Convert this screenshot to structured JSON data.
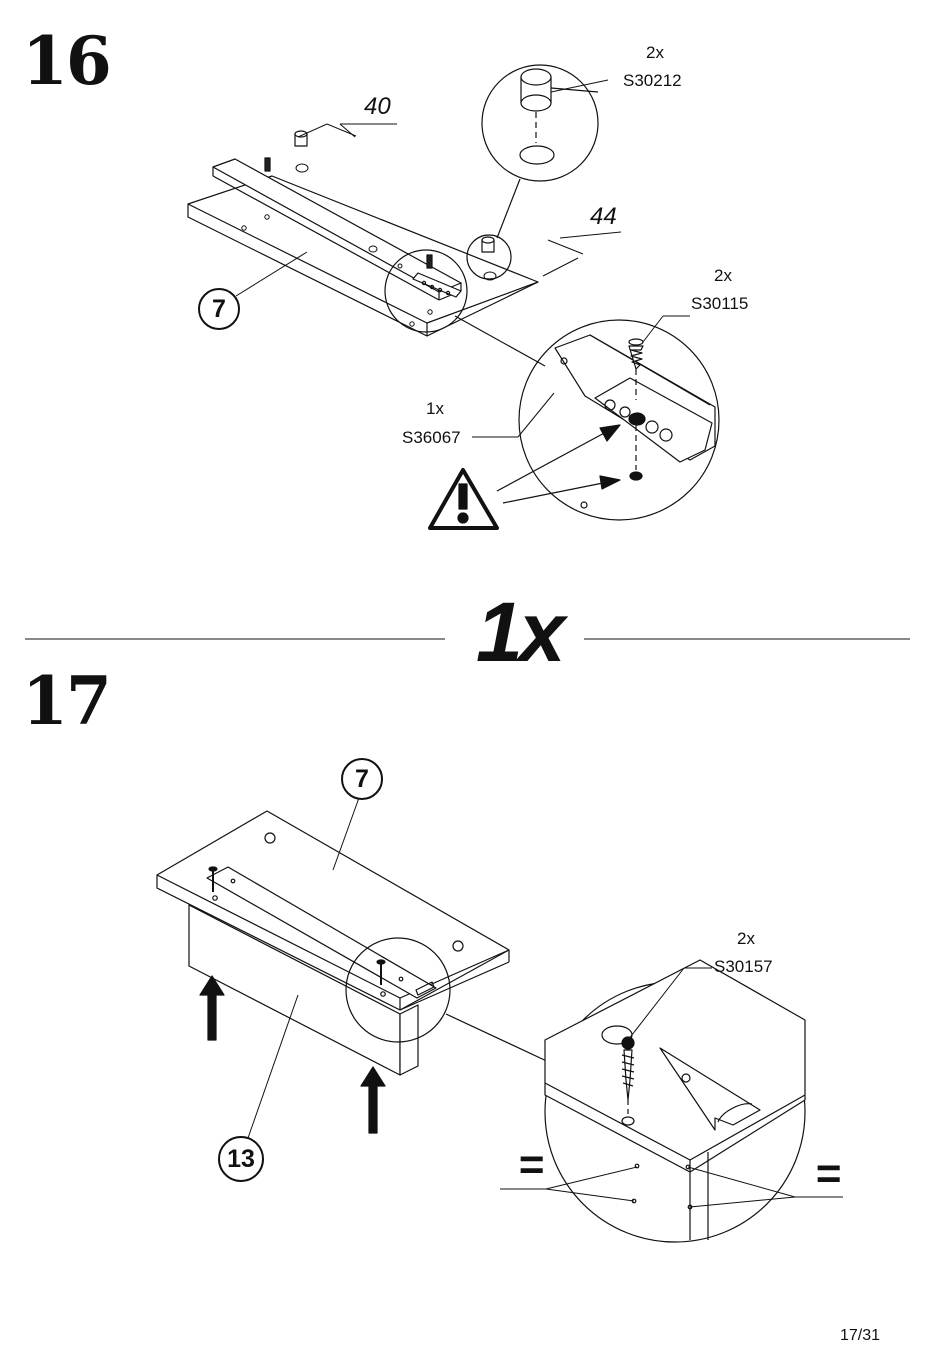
{
  "steps": {
    "step16": {
      "number": "16"
    },
    "step17": {
      "number": "17"
    }
  },
  "divider": {
    "quantity": "1x"
  },
  "step16": {
    "dimension_a": "40",
    "dimension_b": "44",
    "part": "7",
    "parts": [
      {
        "qty": "2x",
        "code": "S30212",
        "icon": "cam-lock-icon"
      },
      {
        "qty": "2x",
        "code": "S30115",
        "icon": "euro-screw-icon"
      },
      {
        "qty": "1x",
        "code": "S36067",
        "icon": "rail-profile-icon"
      }
    ],
    "warning_icon": "warning-triangle-icon"
  },
  "step17": {
    "part_top": "7",
    "part_side": "13",
    "parts": [
      {
        "qty": "2x",
        "code": "S30157",
        "icon": "wood-screw-icon"
      }
    ],
    "equal_sign_left": "=",
    "equal_sign_right": "=",
    "lift_arrows_icon": "up-arrow-icon"
  },
  "footer": {
    "page_number": "17/31"
  }
}
